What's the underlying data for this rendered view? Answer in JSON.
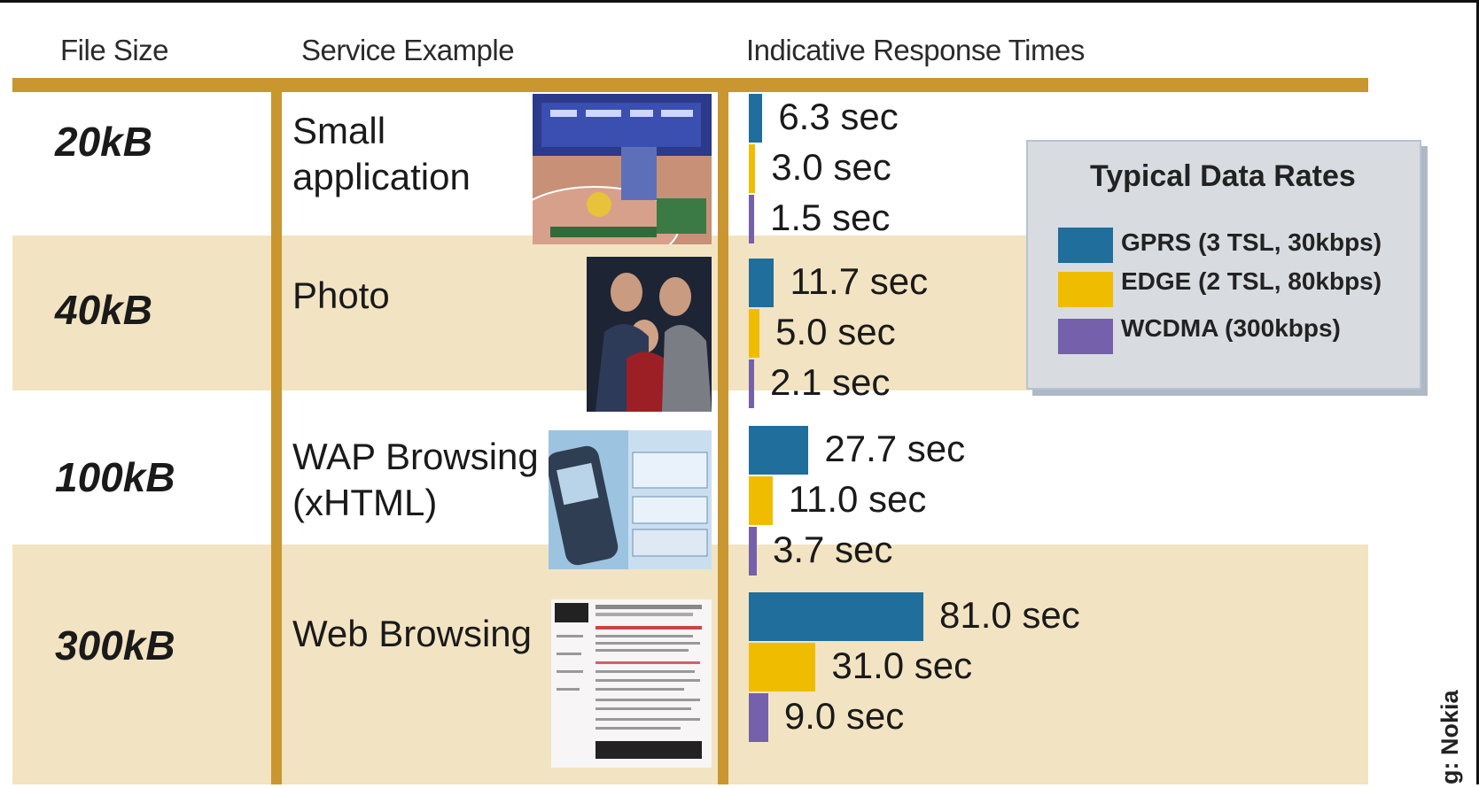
{
  "headers": {
    "file_size": "File Size",
    "service_example": "Service Example",
    "response_times": "Indicative Response Times"
  },
  "rows": [
    {
      "size": "20kB",
      "service": "Small\napplication",
      "image": "game-screenshot-image",
      "labels": [
        "6.3 sec",
        "3.0 sec",
        "1.5 sec"
      ]
    },
    {
      "size": "40kB",
      "service": "Photo",
      "image": "family-photo-image",
      "labels": [
        "11.7 sec",
        "5.0 sec",
        "2.1 sec"
      ]
    },
    {
      "size": "100kB",
      "service": "WAP Browsing\n(xHTML)",
      "image": "phone-wap-image",
      "labels": [
        "27.7 sec",
        "11.0 sec",
        "3.7 sec"
      ]
    },
    {
      "size": "300kB",
      "service": "Web Browsing",
      "image": "web-page-image",
      "labels": [
        "81.0 sec",
        "31.0 sec",
        "9.0 sec"
      ]
    }
  ],
  "legend": {
    "title": "Typical Data Rates",
    "items": [
      {
        "label": "GPRS (3 TSL, 30kbps)",
        "color": "#1f6e9c"
      },
      {
        "label": "EDGE (2 TSL, 80kbps)",
        "color": "#f0bc00"
      },
      {
        "label": "WCDMA (300kbps)",
        "color": "#7560ab"
      }
    ]
  },
  "credit": "g: Nokia",
  "chart_data": {
    "type": "bar",
    "orientation": "horizontal",
    "categories": [
      "20kB",
      "40kB",
      "100kB",
      "300kB"
    ],
    "series": [
      {
        "name": "GPRS (3 TSL, 30kbps)",
        "color": "#1f6e9c",
        "values": [
          6.3,
          11.7,
          27.7,
          81.0
        ]
      },
      {
        "name": "EDGE (2 TSL, 80kbps)",
        "color": "#f0bc00",
        "values": [
          3.0,
          5.0,
          11.0,
          31.0
        ]
      },
      {
        "name": "WCDMA (300kbps)",
        "color": "#7560ab",
        "values": [
          1.5,
          2.1,
          3.7,
          9.0
        ]
      }
    ],
    "title": "",
    "xlabel": "Indicative Response Times",
    "ylabel": "File Size",
    "legend_position": "top-right",
    "grid": false
  }
}
